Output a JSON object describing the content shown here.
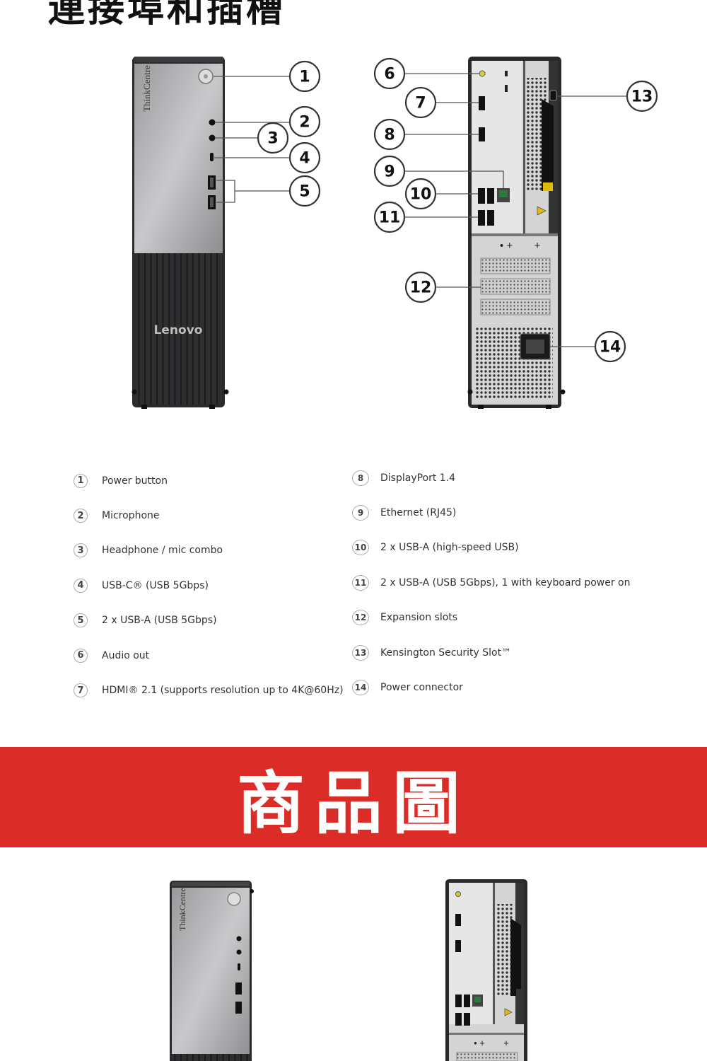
{
  "heading": "連接埠和插槽",
  "front_panel": {
    "brand_label": "ThinkCentre",
    "logo_text": "Lenovo"
  },
  "callouts": [
    "1",
    "2",
    "3",
    "4",
    "5",
    "6",
    "7",
    "8",
    "9",
    "10",
    "11",
    "12",
    "13",
    "14"
  ],
  "legend": {
    "left": [
      {
        "num": "1",
        "text": "Power button"
      },
      {
        "num": "2",
        "text": "Microphone"
      },
      {
        "num": "3",
        "text": "Headphone / mic combo"
      },
      {
        "num": "4",
        "text": "USB-C® (USB 5Gbps)"
      },
      {
        "num": "5",
        "text": "2 x USB-A (USB 5Gbps)"
      },
      {
        "num": "6",
        "text": "Audio out"
      },
      {
        "num": "7",
        "text": "HDMI® 2.1 (supports resolution up to 4K@60Hz)"
      }
    ],
    "right": [
      {
        "num": "8",
        "text": "DisplayPort 1.4"
      },
      {
        "num": "9",
        "text": "Ethernet (RJ45)"
      },
      {
        "num": "10",
        "text": "2 x USB-A (high-speed USB)"
      },
      {
        "num": "11",
        "text": "2 x USB-A (USB 5Gbps), 1 with keyboard power on"
      },
      {
        "num": "12",
        "text": "Expansion slots"
      },
      {
        "num": "13",
        "text": "Kensington Security Slot™"
      },
      {
        "num": "14",
        "text": "Power connector"
      }
    ]
  },
  "banner": {
    "text": "商品圖",
    "color": "#dc2c27"
  }
}
